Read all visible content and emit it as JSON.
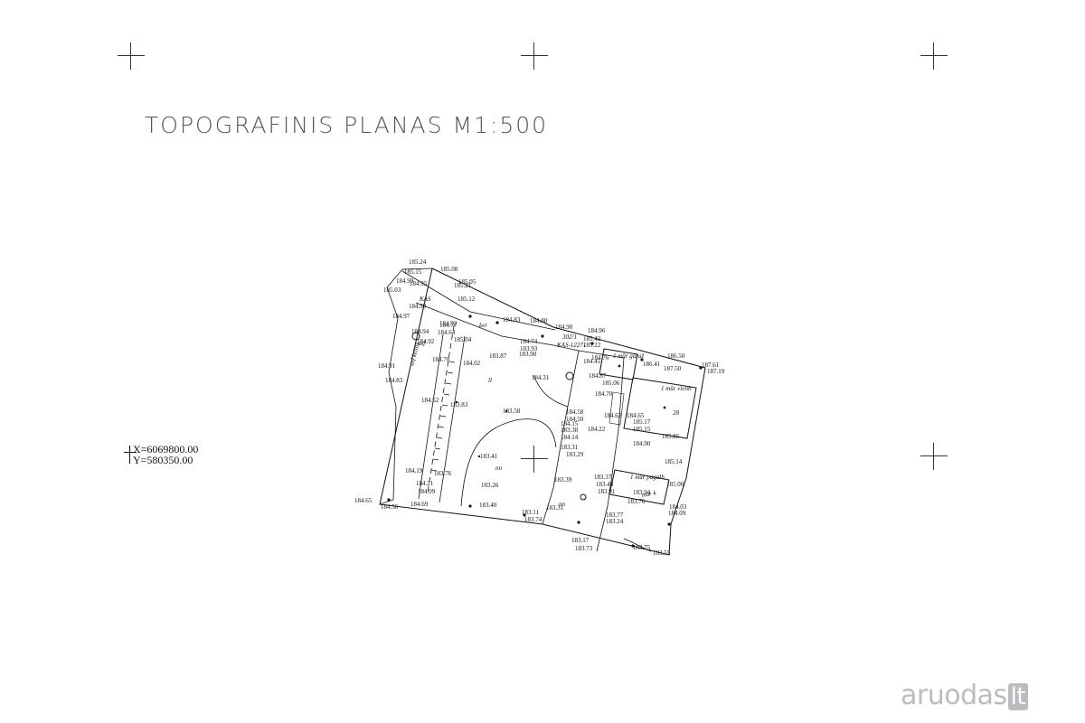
{
  "title": "TOPOGRAFINIS PLANAS M1:500",
  "coordinates": {
    "x_label": "X=6069800.00",
    "y_label": "Y=580350.00"
  },
  "labels": {
    "elevations": [
      "185.24",
      "185.15",
      "185.08",
      "185.03",
      "185.05",
      "185.21",
      "184.99",
      "184.95",
      "184.97",
      "184.99",
      "185.12",
      "184.92",
      "184.94",
      "184.92",
      "184.91",
      "184.83",
      "184.77",
      "184.64",
      "184.83",
      "184.80",
      "184.90",
      "184.96",
      "184.74",
      "184.02",
      "183.87",
      "183.93",
      "183.90",
      "184.70",
      "185.04",
      "185.42",
      "185.22",
      "186.50",
      "187.61",
      "187.19",
      "187.50",
      "186.41",
      "184.76",
      "184.45",
      "184.87",
      "184.31",
      "185.06",
      "184.70",
      "183.83",
      "184.52",
      "183.58",
      "184.58",
      "184.50",
      "184.15",
      "183.38",
      "184.22",
      "184.14",
      "184.62",
      "184.65",
      "185.17",
      "185.15",
      "185.85",
      "183.31",
      "183.29",
      "183.41",
      "184.19",
      "183.76",
      "183.26",
      "184.21",
      "184.09",
      "184.65",
      "184.56",
      "184.69",
      "183.40",
      "183.11",
      "183.74",
      "183.31",
      "183.39",
      "183.37",
      "183.40",
      "183.91",
      "183.94",
      "183.76",
      "184.03",
      "184.09",
      "183.77",
      "183.24",
      "183.17",
      "183.73",
      "183.75",
      "183.55",
      "185.00",
      "184.90",
      "185.14"
    ],
    "annotations": [
      "KAS",
      "KAS-12271",
      "302/1",
      "1 mūr garaž",
      "1 mūr vienb",
      "28",
      "1 mūr pagalb",
      "mūr k",
      "asf keliaš",
      "asf",
      "ker",
      "nn",
      "nn",
      "ll"
    ]
  },
  "watermark": {
    "brand": "aruodas",
    "suffix": "lt"
  }
}
